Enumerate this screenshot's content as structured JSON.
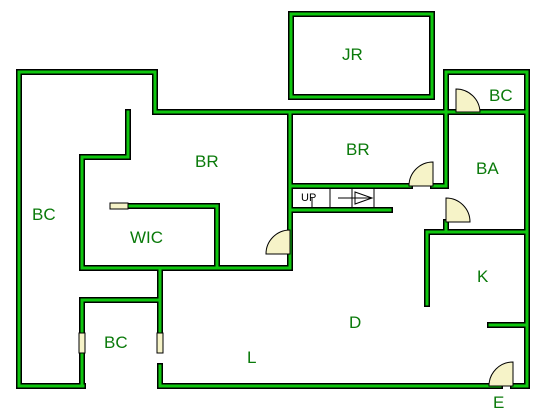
{
  "rooms": {
    "jr": "JR",
    "bc_top_right": "BC",
    "br_center": "BR",
    "br_right": "BR",
    "ba": "BA",
    "bc_left": "BC",
    "wic": "WIC",
    "k": "K",
    "d": "D",
    "bc_bottom": "BC",
    "l": "L",
    "e": "E"
  },
  "stairs": {
    "label": "UP"
  },
  "colors": {
    "wall": "#0fc70f",
    "wall_outline": "#000000",
    "door": "#f6f3c8",
    "label": "#0a7a0a"
  }
}
